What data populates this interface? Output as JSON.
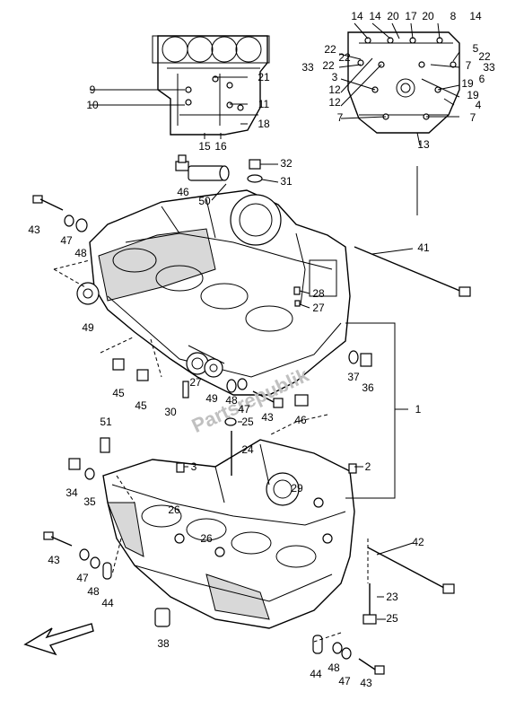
{
  "watermark": "Partsrepublik",
  "callouts": [
    {
      "id": "c14a",
      "label": "14"
    },
    {
      "id": "c14b",
      "label": "14"
    },
    {
      "id": "c20a",
      "label": "20"
    },
    {
      "id": "c17",
      "label": "17"
    },
    {
      "id": "c20b",
      "label": "20"
    },
    {
      "id": "c8",
      "label": "8"
    },
    {
      "id": "c14c",
      "label": "14"
    },
    {
      "id": "c22a",
      "label": "22"
    },
    {
      "id": "c5",
      "label": "5"
    },
    {
      "id": "c22b",
      "label": "22"
    },
    {
      "id": "c22c",
      "label": "22"
    },
    {
      "id": "c22d",
      "label": "22"
    },
    {
      "id": "c33a",
      "label": "33"
    },
    {
      "id": "c7a",
      "label": "7"
    },
    {
      "id": "c33b",
      "label": "33"
    },
    {
      "id": "c3a",
      "label": "3"
    },
    {
      "id": "c19a",
      "label": "19"
    },
    {
      "id": "c6",
      "label": "6"
    },
    {
      "id": "c12a",
      "label": "12"
    },
    {
      "id": "c12b",
      "label": "12"
    },
    {
      "id": "c19b",
      "label": "19"
    },
    {
      "id": "c4",
      "label": "4"
    },
    {
      "id": "c7b",
      "label": "7"
    },
    {
      "id": "c7c",
      "label": "7"
    },
    {
      "id": "c13",
      "label": "13"
    },
    {
      "id": "c21",
      "label": "21"
    },
    {
      "id": "c9",
      "label": "9"
    },
    {
      "id": "c11",
      "label": "11"
    },
    {
      "id": "c10",
      "label": "10"
    },
    {
      "id": "c18",
      "label": "18"
    },
    {
      "id": "c15",
      "label": "15"
    },
    {
      "id": "c16",
      "label": "16"
    },
    {
      "id": "c32",
      "label": "32"
    },
    {
      "id": "c31",
      "label": "31"
    },
    {
      "id": "c46a",
      "label": "46"
    },
    {
      "id": "c50",
      "label": "50"
    },
    {
      "id": "c43a",
      "label": "43"
    },
    {
      "id": "c47a",
      "label": "47"
    },
    {
      "id": "c48a",
      "label": "48"
    },
    {
      "id": "c41",
      "label": "41"
    },
    {
      "id": "c49a",
      "label": "49"
    },
    {
      "id": "c28",
      "label": "28"
    },
    {
      "id": "c27a",
      "label": "27"
    },
    {
      "id": "c37",
      "label": "37"
    },
    {
      "id": "c36",
      "label": "36"
    },
    {
      "id": "c45a",
      "label": "45"
    },
    {
      "id": "c45b",
      "label": "45"
    },
    {
      "id": "c27b",
      "label": "27"
    },
    {
      "id": "c49b",
      "label": "49"
    },
    {
      "id": "c48b",
      "label": "48"
    },
    {
      "id": "c30",
      "label": "30"
    },
    {
      "id": "c47b",
      "label": "47"
    },
    {
      "id": "c43b",
      "label": "43"
    },
    {
      "id": "c46b",
      "label": "46"
    },
    {
      "id": "c1",
      "label": "1"
    },
    {
      "id": "c51",
      "label": "51"
    },
    {
      "id": "c25a",
      "label": "25"
    },
    {
      "id": "c24",
      "label": "24"
    },
    {
      "id": "c3b",
      "label": "3"
    },
    {
      "id": "c2",
      "label": "2"
    },
    {
      "id": "c34",
      "label": "34"
    },
    {
      "id": "c35",
      "label": "35"
    },
    {
      "id": "c29",
      "label": "29"
    },
    {
      "id": "c26a",
      "label": "26"
    },
    {
      "id": "c26b",
      "label": "26"
    },
    {
      "id": "c43c",
      "label": "43"
    },
    {
      "id": "c42",
      "label": "42"
    },
    {
      "id": "c47c",
      "label": "47"
    },
    {
      "id": "c48c",
      "label": "48"
    },
    {
      "id": "c44a",
      "label": "44"
    },
    {
      "id": "c23",
      "label": "23"
    },
    {
      "id": "c25b",
      "label": "25"
    },
    {
      "id": "c38",
      "label": "38"
    },
    {
      "id": "c44b",
      "label": "44"
    },
    {
      "id": "c48d",
      "label": "48"
    },
    {
      "id": "c47d",
      "label": "47"
    },
    {
      "id": "c43d",
      "label": "43"
    }
  ]
}
